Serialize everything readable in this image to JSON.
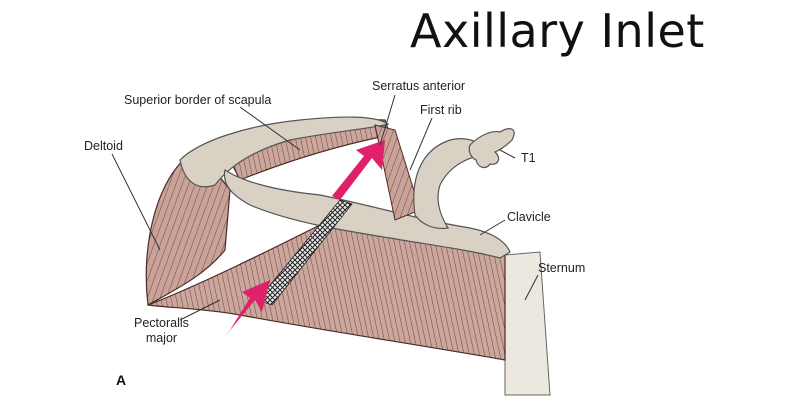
{
  "title": "Axillary Inlet",
  "panel_letter": "A",
  "labels": {
    "serratus_anterior": "Serratus anterior",
    "superior_border_scapula": "Superior border of scapula",
    "first_rib": "First rib",
    "deltoid": "Deltoid",
    "t1": "T1",
    "clavicle": "Clavicle",
    "sternum": "Sternum",
    "pectoralis_line1": "Pectoralis",
    "pectoralis_line2": "major"
  },
  "colors": {
    "muscle": "#c9a39a",
    "muscle_dark": "#7a4a44",
    "bone": "#d9d2c4",
    "arrow": "#e0206a",
    "sternum_bg": "#ece8df"
  }
}
